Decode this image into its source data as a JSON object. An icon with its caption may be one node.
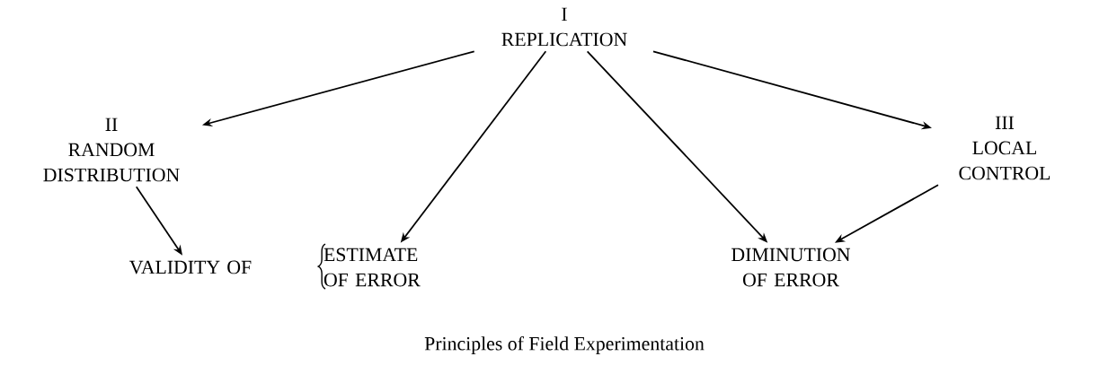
{
  "diagram": {
    "caption": "Principles of Field Experimentation",
    "nodes": [
      {
        "text": [
          "I",
          "REPLICATION"
        ]
      },
      {
        "text": [
          "II",
          "RANDOM DISTRIBUTION"
        ]
      },
      {
        "text": [
          "III",
          "LOCAL CONTROL"
        ]
      },
      {
        "text": [
          "VALIDITY OF"
        ]
      },
      {
        "text": [
          "ESTIMATE OF ERROR"
        ]
      },
      {
        "text": [
          "DIMINUTION OF ERROR"
        ]
      }
    ],
    "edges": [
      {
        "from": 0,
        "to": 1,
        "arrow": "to"
      },
      {
        "from": 0,
        "to": 4,
        "arrow": "to"
      },
      {
        "from": 0,
        "to": 5,
        "arrow": "to"
      },
      {
        "from": 0,
        "to": 2,
        "arrow": "to"
      },
      {
        "from": 1,
        "to": 3,
        "arrow": "to"
      },
      {
        "from": 2,
        "to": 5,
        "arrow": "to"
      }
    ]
  }
}
